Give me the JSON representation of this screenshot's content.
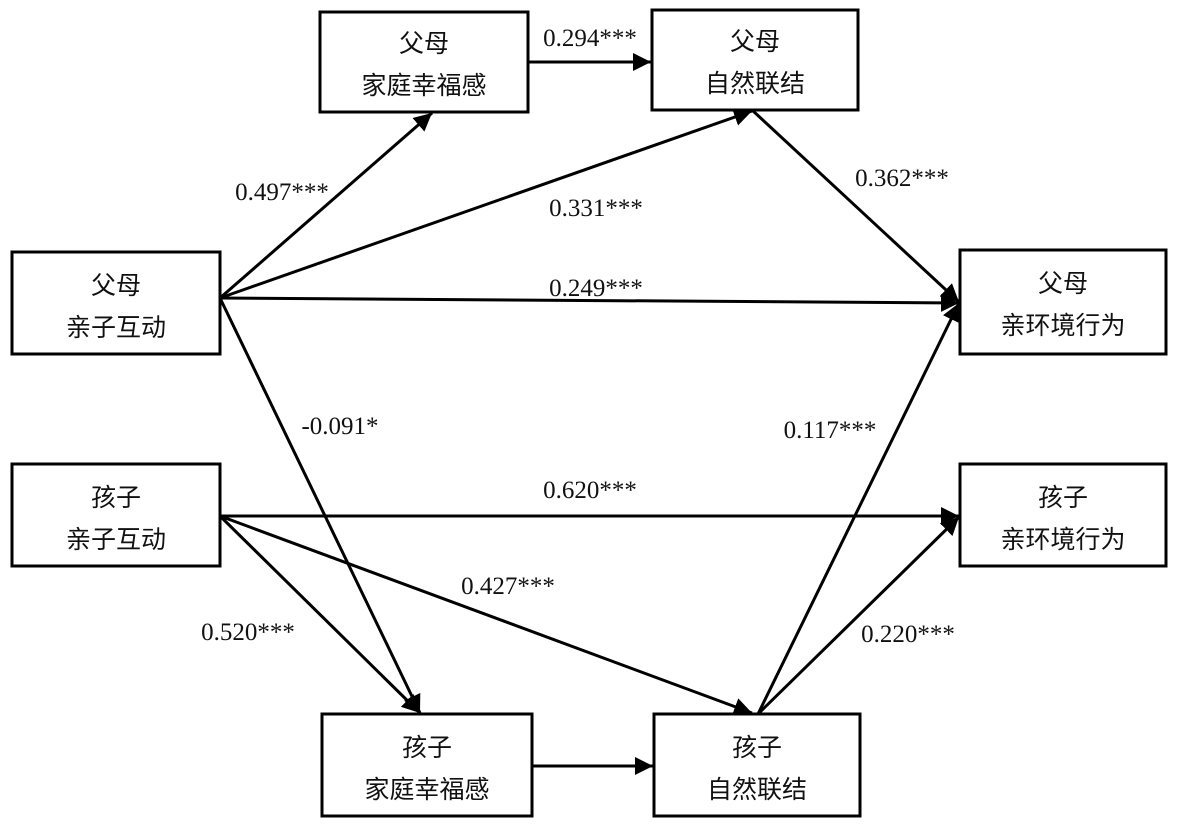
{
  "nodes": {
    "parent_family_happiness": {
      "line1": "父母",
      "line2": "家庭幸福感"
    },
    "parent_nature_connection": {
      "line1": "父母",
      "line2": "自然联结"
    },
    "parent_interaction": {
      "line1": "父母",
      "line2": "亲子互动"
    },
    "parent_pro_env_behavior": {
      "line1": "父母",
      "line2": "亲环境行为"
    },
    "child_interaction": {
      "line1": "孩子",
      "line2": "亲子互动"
    },
    "child_pro_env_behavior": {
      "line1": "孩子",
      "line2": "亲环境行为"
    },
    "child_family_happiness": {
      "line1": "孩子",
      "line2": "家庭幸福感"
    },
    "child_nature_connection": {
      "line1": "孩子",
      "line2": "自然联结"
    }
  },
  "edges": {
    "pfh_to_pnc": "0.294***",
    "pi_to_pfh": "0.497***",
    "pi_to_pnc": "0.331***",
    "pi_to_pbeh": "0.249***",
    "pi_to_cfh": "-0.091*",
    "pnc_to_pbeh": "0.362***",
    "cnc_to_pbeh": "0.117***",
    "ci_to_cbeh": "0.620***",
    "ci_to_cnc": "0.427***",
    "ci_to_cfh": "0.520***",
    "cnc_to_cbeh": "0.220***"
  }
}
